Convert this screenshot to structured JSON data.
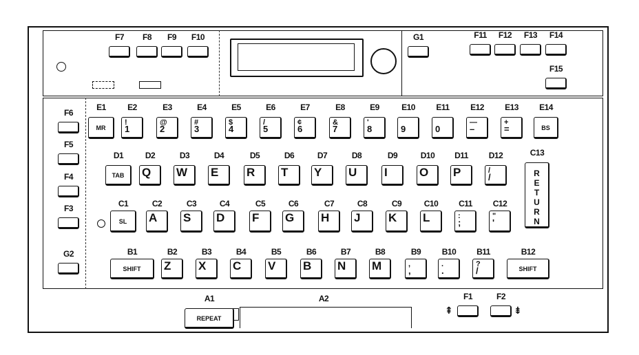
{
  "function_keys": [
    {
      "code": "F7"
    },
    {
      "code": "F8"
    },
    {
      "code": "F9"
    },
    {
      "code": "F10"
    },
    {
      "code": "G1"
    },
    {
      "code": "F11"
    },
    {
      "code": "F12"
    },
    {
      "code": "F13"
    },
    {
      "code": "F14"
    },
    {
      "code": "F15"
    },
    {
      "code": "F6"
    },
    {
      "code": "F5"
    },
    {
      "code": "F4"
    },
    {
      "code": "F3"
    },
    {
      "code": "G2"
    },
    {
      "code": "F1"
    },
    {
      "code": "F2"
    }
  ],
  "row_e": [
    {
      "code": "E1",
      "label": "MR"
    },
    {
      "code": "E2",
      "top": "!",
      "bottom": "1"
    },
    {
      "code": "E3",
      "top": "@",
      "bottom": "2"
    },
    {
      "code": "E4",
      "top": "#",
      "bottom": "3"
    },
    {
      "code": "E5",
      "top": "$",
      "bottom": "4"
    },
    {
      "code": "E6",
      "top": "/",
      "bottom": "5"
    },
    {
      "code": "E7",
      "top": "¢",
      "bottom": "6"
    },
    {
      "code": "E8",
      "top": "&",
      "bottom": "7"
    },
    {
      "code": "E9",
      "top": "'",
      "bottom": "8"
    },
    {
      "code": "E10",
      "bottom": "9"
    },
    {
      "code": "E11",
      "bottom": "0"
    },
    {
      "code": "E12",
      "top": "—",
      "bottom": "–"
    },
    {
      "code": "E13",
      "top": "+",
      "bottom": "="
    },
    {
      "code": "E14",
      "label": "BS"
    }
  ],
  "row_d": [
    {
      "code": "D1",
      "label": "TAB"
    },
    {
      "code": "D2",
      "cap": "Q"
    },
    {
      "code": "D3",
      "cap": "W"
    },
    {
      "code": "D4",
      "cap": "E"
    },
    {
      "code": "D5",
      "cap": "R"
    },
    {
      "code": "D6",
      "cap": "T"
    },
    {
      "code": "D7",
      "cap": "Y"
    },
    {
      "code": "D8",
      "cap": "U"
    },
    {
      "code": "D9",
      "cap": "I"
    },
    {
      "code": "D10",
      "cap": "O"
    },
    {
      "code": "D11",
      "cap": "P"
    },
    {
      "code": "D12",
      "top": "/",
      "bottom": "/"
    },
    {
      "code": "C13",
      "label": "RETURN"
    }
  ],
  "row_c": [
    {
      "code": "C1",
      "label": "SL"
    },
    {
      "code": "C2",
      "cap": "A"
    },
    {
      "code": "C3",
      "cap": "S"
    },
    {
      "code": "C4",
      "cap": "D"
    },
    {
      "code": "C5",
      "cap": "F"
    },
    {
      "code": "C6",
      "cap": "G"
    },
    {
      "code": "C7",
      "cap": "H"
    },
    {
      "code": "C8",
      "cap": "J"
    },
    {
      "code": "C9",
      "cap": "K"
    },
    {
      "code": "C10",
      "cap": "L"
    },
    {
      "code": "C11",
      "top": ":",
      "bottom": ";"
    },
    {
      "code": "C12",
      "top": "\"",
      "bottom": "'"
    }
  ],
  "row_b": [
    {
      "code": "B1",
      "label": "SHIFT"
    },
    {
      "code": "B2",
      "cap": "Z"
    },
    {
      "code": "B3",
      "cap": "X"
    },
    {
      "code": "B4",
      "cap": "C"
    },
    {
      "code": "B5",
      "cap": "V"
    },
    {
      "code": "B6",
      "cap": "B"
    },
    {
      "code": "B7",
      "cap": "N"
    },
    {
      "code": "B8",
      "cap": "M"
    },
    {
      "code": "B9",
      "top": ",",
      "bottom": ","
    },
    {
      "code": "B10",
      "top": ".",
      "bottom": "."
    },
    {
      "code": "B11",
      "top": "?",
      "bottom": "/"
    },
    {
      "code": "B12",
      "label": "SHIFT"
    }
  ],
  "row_a": [
    {
      "code": "A1",
      "label": "REPEAT"
    },
    {
      "code": "A2"
    }
  ],
  "icons": {
    "up": "up-arrow-icon",
    "down": "down-arrow-icon"
  }
}
